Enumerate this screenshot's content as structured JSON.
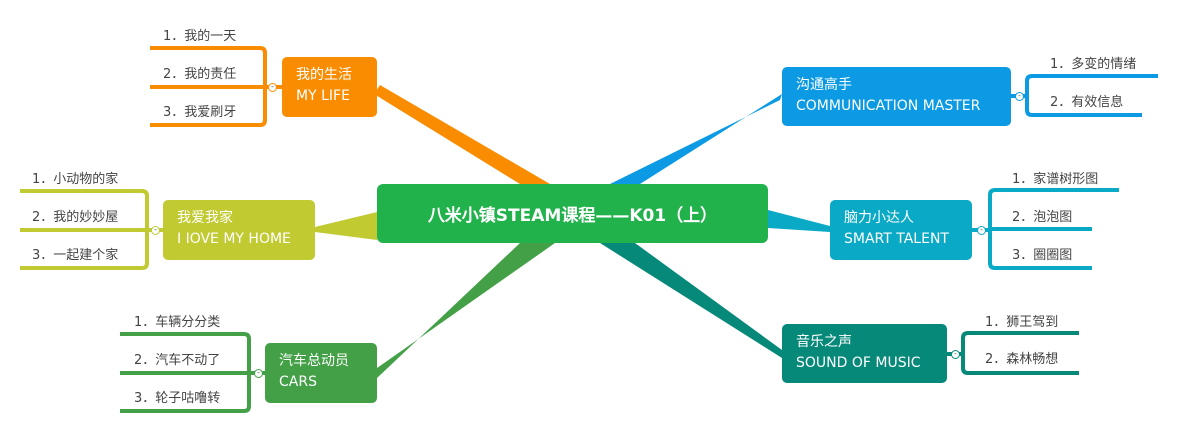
{
  "center": {
    "title": "八米小镇STEAM课程——K01（上）",
    "color": "#22b24c"
  },
  "branches": [
    {
      "id": "life",
      "cn": "我的生活",
      "en": "MY LIFE",
      "color": "#f98c00",
      "items": [
        "1．我的一天",
        "2．我的责任",
        "3．我爱刷牙"
      ]
    },
    {
      "id": "home",
      "cn": "我爱我家",
      "en": "I IOVE MY HOME",
      "color": "#c1ca31",
      "items": [
        "1．小动物的家",
        "2．我的妙妙屋",
        "3．一起建个家"
      ]
    },
    {
      "id": "cars",
      "cn": "汽车总动员",
      "en": "CARS",
      "color": "#43a047",
      "items": [
        "1．车辆分分类",
        "2．汽车不动了",
        "3．轮子咕噜转"
      ]
    },
    {
      "id": "comm",
      "cn": "沟通高手",
      "en": "COMMUNICATION MASTER",
      "color": "#0b9ae3",
      "items": [
        "1．多变的情绪",
        "2．有效信息"
      ]
    },
    {
      "id": "smart",
      "cn": "脑力小达人",
      "en": "SMART TALENT",
      "color": "#0aa9c6",
      "items": [
        "1．家谱树形图",
        "2．泡泡图",
        "3．圈圈图"
      ]
    },
    {
      "id": "music",
      "cn": "音乐之声",
      "en": "SOUND OF MUSIC",
      "color": "#07897a",
      "items": [
        "1．狮王驾到",
        "2．森林畅想"
      ]
    }
  ]
}
